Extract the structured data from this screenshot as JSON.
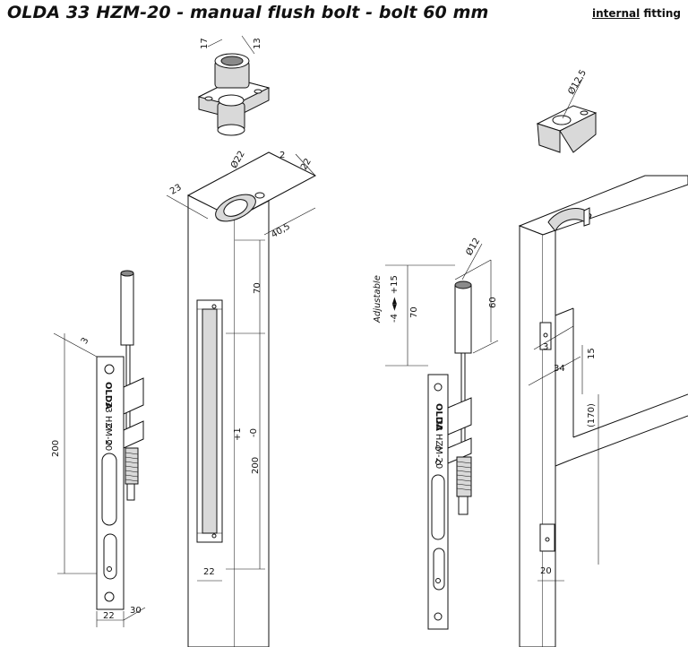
{
  "title": "OLDA 33 HZM-20 -  manual flush bolt - bolt 60 mm",
  "fitting": {
    "emphasis": "internal",
    "rest": " fitting"
  },
  "colors": {
    "line": "#111111",
    "metal_light": "#d9d9d9",
    "metal_dark": "#8a8a8a"
  },
  "dimensions": {
    "keeper_width": "17",
    "keeper_depth": "13",
    "dia_hole": "Ø22",
    "gap": "2",
    "depth_22": "22",
    "width_23": "23",
    "len_40_5": "40,5",
    "h_70": "70",
    "h_200_tol": "200",
    "tol_plus": "+1",
    "tol_minus": "-0",
    "w_22_slot": "22",
    "left_3": "3",
    "left_200": "200",
    "left_22": "22",
    "left_30": "30",
    "dia_12_5": "Ø12,5",
    "dia_12": "Ø12",
    "adjustable": "Adjustable",
    "adj_range": "-4 ◄► +15",
    "bolt_70": "70",
    "bolt_60": "60",
    "r_3": "3",
    "r_34": "34",
    "r_15": "15",
    "r_170": "(170)",
    "r_20": "20"
  },
  "plate": {
    "brand": "OLDA",
    "model": "33 HZM-20"
  }
}
